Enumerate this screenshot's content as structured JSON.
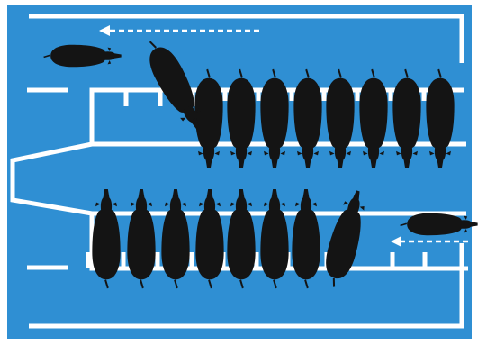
{
  "diagram": {
    "kind": "herringbone milking parlour, top view",
    "colors": {
      "background": "#2f8fd3",
      "lines": "#ffffff",
      "cow": "#141414",
      "frame": "#ffffff"
    },
    "flow": {
      "entry_direction": "right-to-left",
      "exit_direction": "right-to-left",
      "arrow_style": "dashed-white"
    },
    "upper_row": {
      "cows_in_stalls": 8,
      "cow_entering": 1,
      "cow_leaving": 1
    },
    "lower_row": {
      "cows_in_stalls": 8,
      "cow_entering": 1
    },
    "icons": [
      "cow-icon",
      "arrow-left-icon",
      "stall-divider"
    ]
  }
}
